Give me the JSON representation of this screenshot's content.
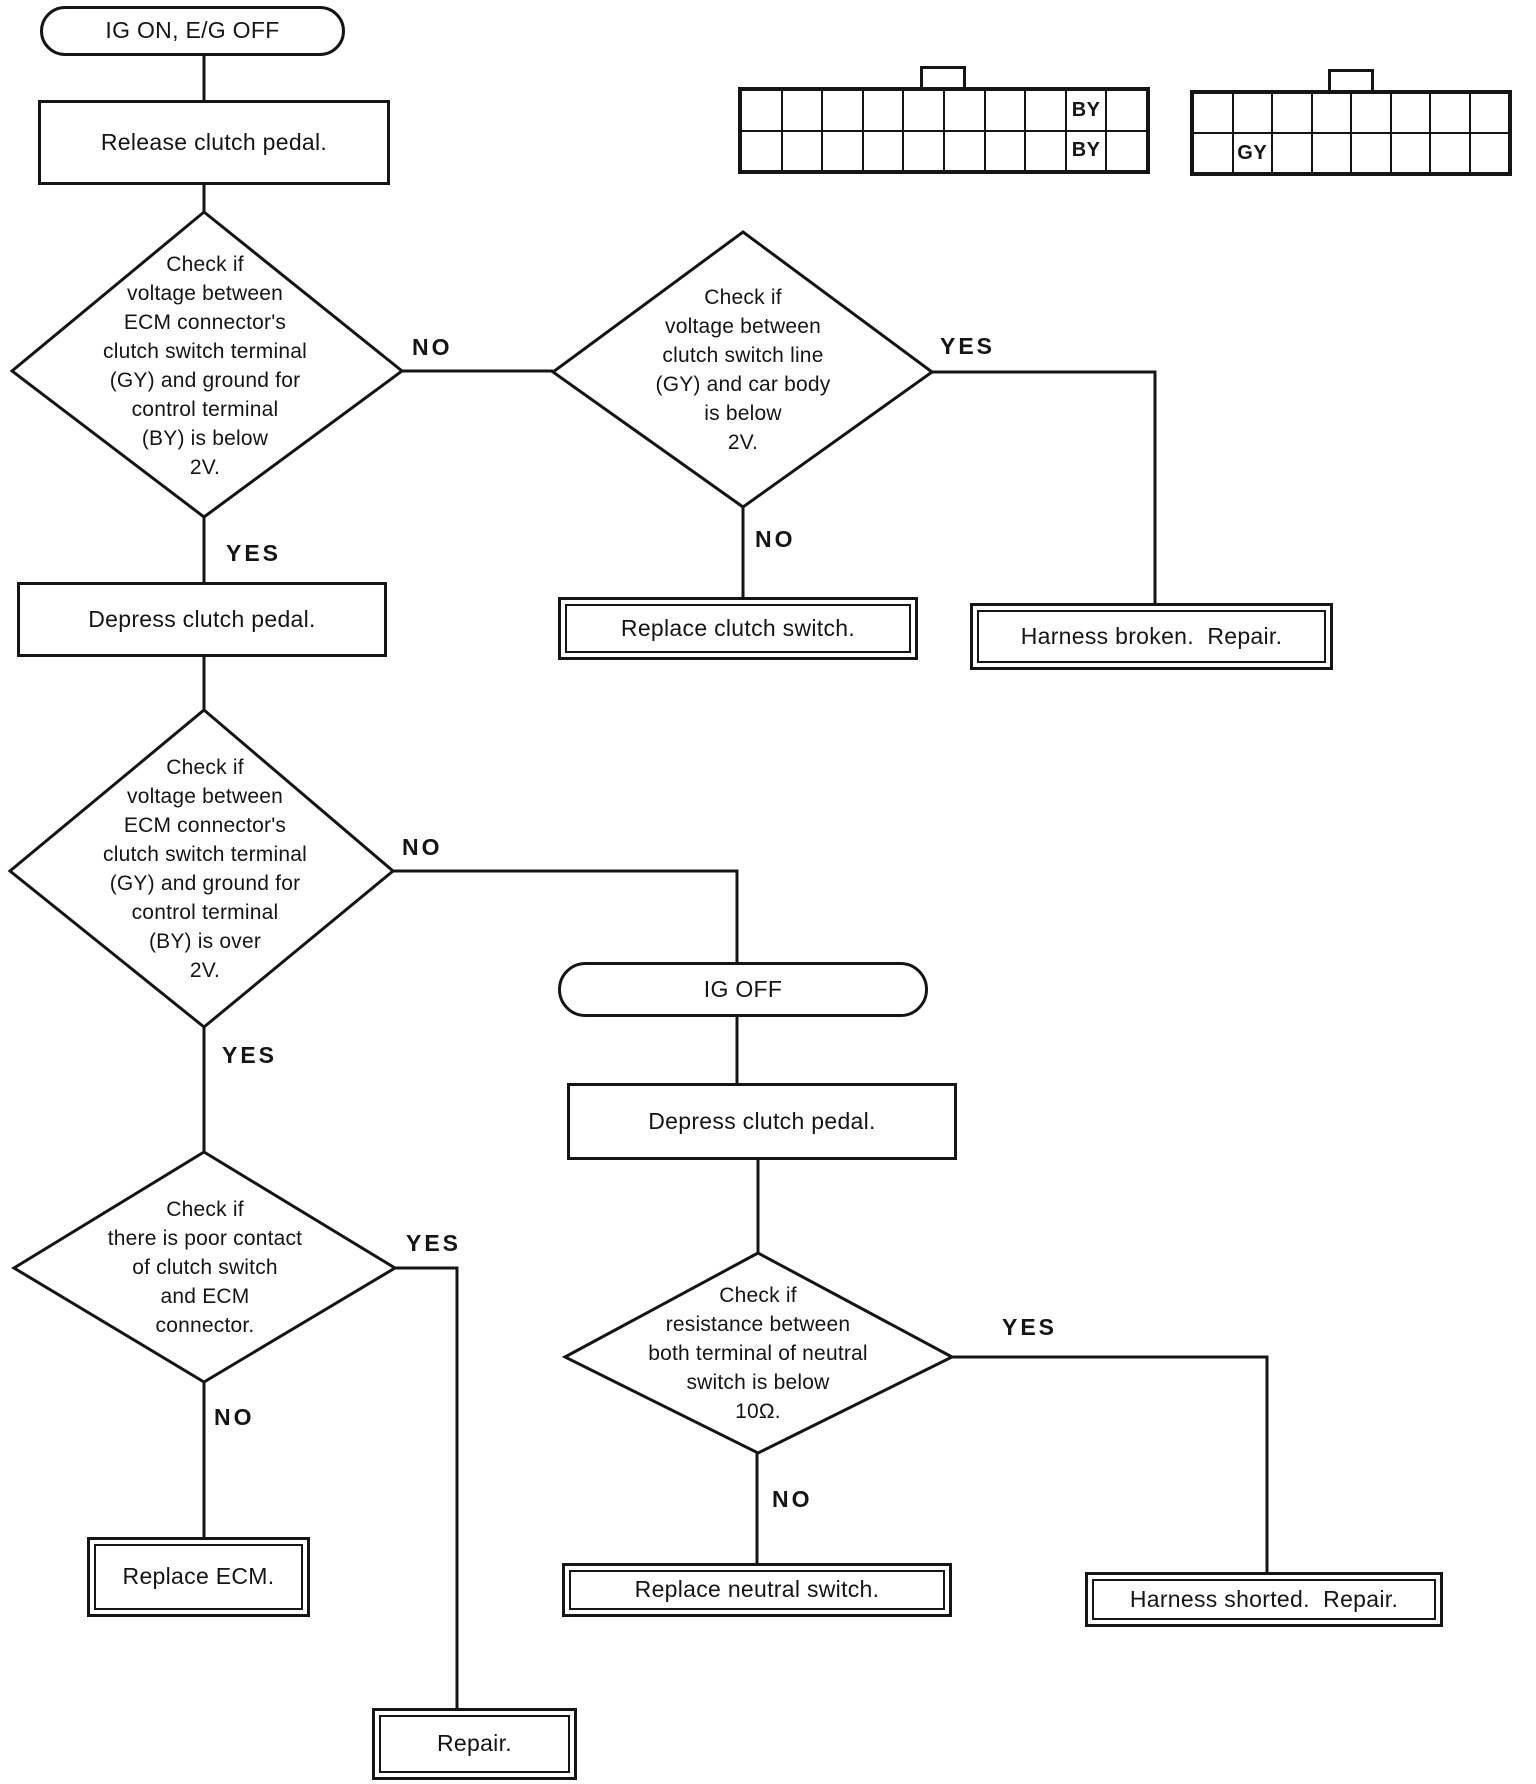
{
  "colors": {
    "ink": "#151515",
    "paper": "#ffffff"
  },
  "terminals": {
    "start": "IG ON, E/G OFF",
    "ig_off": "IG OFF"
  },
  "processes": {
    "release_clutch_pedal": "Release clutch pedal.",
    "depress_clutch_pedal_1": "Depress clutch pedal.",
    "depress_clutch_pedal_2": "Depress clutch pedal."
  },
  "decisions": {
    "ecm_voltage_below_2v": "Check if\nvoltage between\nECM connector's\nclutch switch terminal\n(GY) and ground for\ncontrol terminal\n(BY) is below\n2V.",
    "clutch_line_voltage_below_2v": "Check if\nvoltage between\nclutch switch line\n(GY) and car body\nis below\n2V.",
    "ecm_voltage_over_2v": "Check if\nvoltage between\nECM connector's\nclutch switch terminal\n(GY) and ground for\ncontrol terminal\n(BY) is over\n2V.",
    "poor_contact": "Check if\nthere is poor contact\nof clutch switch\nand ECM\nconnector.",
    "neutral_switch_resistance": "Check if\nresistance between\nboth terminal of neutral\nswitch is below\n10Ω."
  },
  "results": {
    "replace_clutch_switch": "Replace clutch switch.",
    "harness_broken": "Harness broken.  Repair.",
    "replace_ecm": "Replace ECM.",
    "replace_neutral_switch": "Replace neutral switch.",
    "harness_shorted": "Harness shorted.  Repair.",
    "repair": "Repair."
  },
  "edge_labels": {
    "d1_no": "NO",
    "d1_yes": "YES",
    "d2_yes": "YES",
    "d2_no": "NO",
    "d3_no": "NO",
    "d3_yes": "YES",
    "d4_yes": "YES",
    "d4_no": "NO",
    "d5_yes": "YES",
    "d5_no": "NO"
  },
  "connector_blocks": [
    {
      "name": "ecm-connector-20pin",
      "rows": 2,
      "cols": 10,
      "cells": [
        {
          "row": 0,
          "col": 8,
          "label": "BY"
        },
        {
          "row": 1,
          "col": 8,
          "label": "BY"
        }
      ]
    },
    {
      "name": "ecm-connector-16pin",
      "rows": 2,
      "cols": 8,
      "cells": [
        {
          "row": 1,
          "col": 1,
          "label": "GY"
        }
      ]
    }
  ]
}
